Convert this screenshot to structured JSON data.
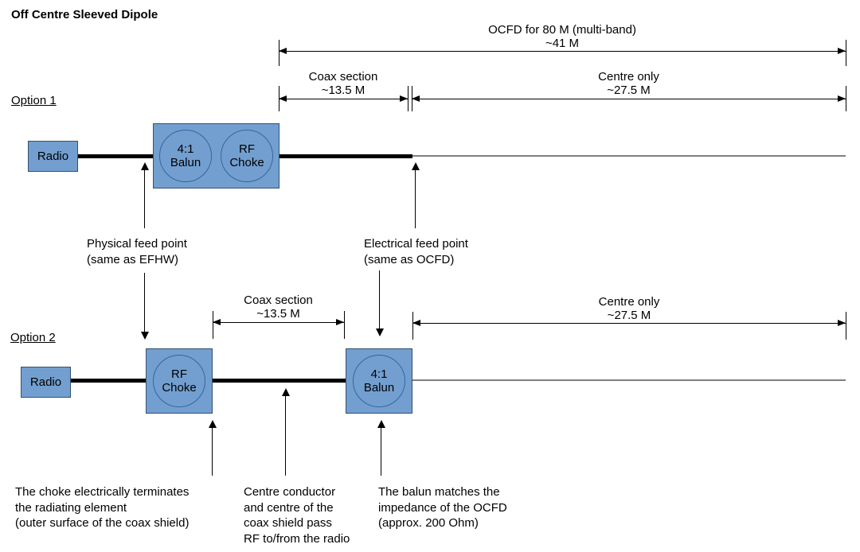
{
  "title": "Off Centre Sleeved Dipole",
  "colors": {
    "box_fill": "#729FCF",
    "box_border": "#35506E",
    "circle_border": "#3465A4",
    "thin_line": "#7f7f7f",
    "ink": "#000000"
  },
  "dimensions": {
    "ocfd": {
      "label": "OCFD for 80 M (multi-band)",
      "value": "~41 M"
    },
    "coax1": {
      "label": "Coax section",
      "value": "~13.5 M"
    },
    "centre1": {
      "label": "Centre only",
      "value": "~27.5 M"
    },
    "coax2": {
      "label": "Coax section",
      "value": "~13.5 M"
    },
    "centre2": {
      "label": "Centre only",
      "value": "~27.5 M"
    }
  },
  "option1": {
    "label": "Option 1",
    "radio": "Radio",
    "balun": {
      "line1": "4:1",
      "line2": "Balun"
    },
    "choke": {
      "line1": "RF",
      "line2": "Choke"
    }
  },
  "option2": {
    "label": "Option 2",
    "radio": "Radio",
    "choke": {
      "line1": "RF",
      "line2": "Choke"
    },
    "balun": {
      "line1": "4:1",
      "line2": "Balun"
    }
  },
  "annotations": {
    "physical": {
      "line1": "Physical feed point",
      "line2": "(same as EFHW)"
    },
    "electrical": {
      "line1": "Electrical feed point",
      "line2": "(same as OCFD)"
    },
    "choke_note": {
      "line1": "The choke electrically terminates",
      "line2": "the radiating element",
      "line3": "(outer surface of the coax shield)"
    },
    "centre_note": {
      "line1": "Centre conductor",
      "line2": "and centre of the",
      "line3": "coax shield pass",
      "line4": "RF to/from the radio"
    },
    "balun_note": {
      "line1": "The balun matches the",
      "line2": "impedance of the OCFD",
      "line3": "(approx. 200 Ohm)"
    }
  }
}
